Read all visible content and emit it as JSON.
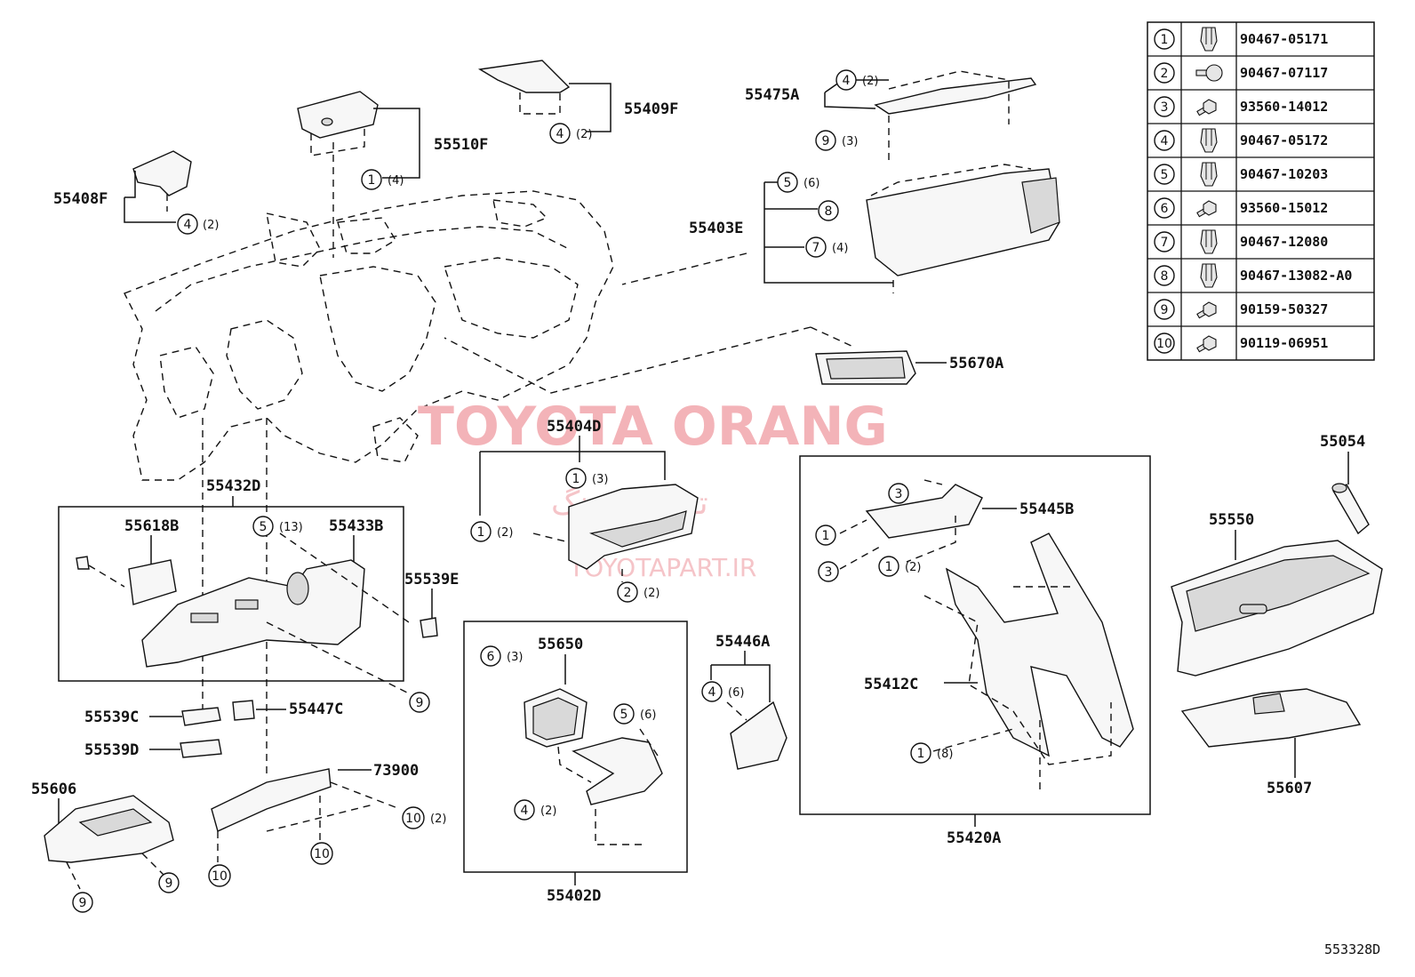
{
  "labels": {
    "p55408F": "55408F",
    "p55510F": "55510F",
    "p55409F": "55409F",
    "p55475A": "55475A",
    "p55403E": "55403E",
    "p55670A": "55670A",
    "p55404D": "55404D",
    "p55432D": "55432D",
    "p55618B": "55618B",
    "p55433B": "55433B",
    "p55539E": "55539E",
    "p55539C": "55539C",
    "p55447C": "55447C",
    "p55539D": "55539D",
    "p55606": "55606",
    "p73900": "73900",
    "p55650": "55650",
    "p55402D": "55402D",
    "p55446A": "55446A",
    "p55445B": "55445B",
    "p55412C": "55412C",
    "p55420A": "55420A",
    "p55054": "55054",
    "p55550": "55550",
    "p55607": "55607"
  },
  "callouts": {
    "c1": {
      "num": "4",
      "qty": "(2)"
    },
    "c2": {
      "num": "1",
      "qty": "(4)"
    },
    "c3": {
      "num": "4",
      "qty": "(2)"
    },
    "c4": {
      "num": "4",
      "qty": "(2)"
    },
    "c5": {
      "num": "9",
      "qty": "(3)"
    },
    "c6": {
      "num": "5",
      "qty": "(6)"
    },
    "c7": {
      "num": "8",
      "qty": ""
    },
    "c8": {
      "num": "7",
      "qty": "(4)"
    },
    "c9": {
      "num": "1",
      "qty": "(3)"
    },
    "c10": {
      "num": "1",
      "qty": "(2)"
    },
    "c11": {
      "num": "2",
      "qty": "(2)"
    },
    "c12": {
      "num": "5",
      "qty": "(13)"
    },
    "c13": {
      "num": "9",
      "qty": ""
    },
    "c14": {
      "num": "10",
      "qty": "(2)"
    },
    "c15": {
      "num": "10",
      "qty": ""
    },
    "c16": {
      "num": "10",
      "qty": ""
    },
    "c17": {
      "num": "9",
      "qty": ""
    },
    "c18": {
      "num": "9",
      "qty": ""
    },
    "c19": {
      "num": "6",
      "qty": "(3)"
    },
    "c20": {
      "num": "5",
      "qty": "(6)"
    },
    "c21": {
      "num": "4",
      "qty": "(2)"
    },
    "c22": {
      "num": "4",
      "qty": "(6)"
    },
    "c23": {
      "num": "3",
      "qty": ""
    },
    "c24": {
      "num": "1",
      "qty": ""
    },
    "c25": {
      "num": "3",
      "qty": ""
    },
    "c26": {
      "num": "1",
      "qty": "(2)"
    },
    "c27": {
      "num": "1",
      "qty": "(8)"
    }
  },
  "fastener_table": [
    {
      "num": "1",
      "code": "90467-05171",
      "icon": "clip-icon"
    },
    {
      "num": "2",
      "code": "90467-07117",
      "icon": "push-rivet-icon"
    },
    {
      "num": "3",
      "code": "93560-14012",
      "icon": "screw-icon"
    },
    {
      "num": "4",
      "code": "90467-05172",
      "icon": "clip-icon"
    },
    {
      "num": "5",
      "code": "90467-10203",
      "icon": "clip-icon"
    },
    {
      "num": "6",
      "code": "93560-15012",
      "icon": "screw-icon"
    },
    {
      "num": "7",
      "code": "90467-12080",
      "icon": "clip-icon"
    },
    {
      "num": "8",
      "code": "90467-13082-A0",
      "icon": "clip-icon"
    },
    {
      "num": "9",
      "code": "90159-50327",
      "icon": "bolt-icon"
    },
    {
      "num": "10",
      "code": "90119-06951",
      "icon": "bolt-icon"
    }
  ],
  "watermark": {
    "main": "TOYOTA ORANG",
    "farsi": "تویوتا اورنگ",
    "site": "TOYOTAPART.IR"
  },
  "footer": {
    "diagram_code": "553328D"
  }
}
